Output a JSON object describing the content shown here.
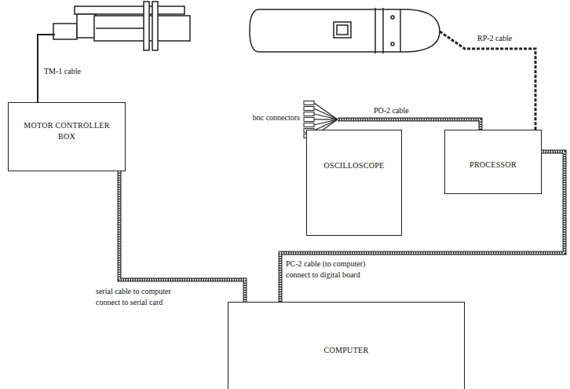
{
  "diagram": {
    "nodes": [
      {
        "text": [
          "MOTOR CONTROLLER BOX"
        ]
      },
      {
        "text": [
          "OSCILLOSCOPE"
        ]
      },
      {
        "text": [
          "PROCESSOR"
        ]
      },
      {
        "text": [
          "COMPUTER"
        ]
      }
    ],
    "edges": [
      {
        "from": 0,
        "to": 3,
        "arrow": "none"
      },
      {
        "from": 2,
        "to": 3,
        "arrow": "none"
      }
    ],
    "labels": [
      "TM-1 cable",
      "RP-2 cable",
      "PO-2 cable",
      "bnc connectors",
      "serial cable to computer connect to serial card",
      "PC-2 cable (to computer) connect to digital board"
    ]
  }
}
